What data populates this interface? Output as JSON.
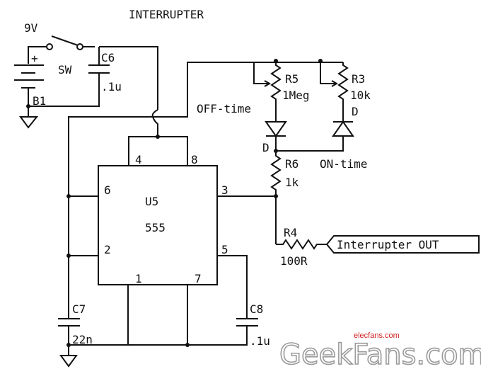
{
  "title": "INTERRUPTER",
  "battery": {
    "voltage": "9V",
    "ref": "B1",
    "plus": "+"
  },
  "switch": {
    "ref": "SW"
  },
  "components": {
    "C6": {
      "ref": "C6",
      "value": ".1u"
    },
    "C7": {
      "ref": "C7",
      "value": "22n"
    },
    "C8": {
      "ref": "C8",
      "value": ".1u"
    },
    "R3": {
      "ref": "R3",
      "value": "10k"
    },
    "R4": {
      "ref": "R4",
      "value": "100R"
    },
    "R5": {
      "ref": "R5",
      "value": "1Meg"
    },
    "R6": {
      "ref": "R6",
      "value": "1k"
    },
    "D_left": {
      "ref": "D"
    },
    "D_right": {
      "ref": "D"
    }
  },
  "chip": {
    "ref": "U5",
    "part": "555",
    "pins": {
      "p1": "1",
      "p2": "2",
      "p3": "3",
      "p4": "4",
      "p5": "5",
      "p6": "6",
      "p7": "7",
      "p8": "8"
    }
  },
  "annotations": {
    "off_time": "OFF-time",
    "on_time": "ON-time"
  },
  "output_port": "Interrupter OUT",
  "watermark": {
    "main": "GeekFans.com",
    "small": "elecfans.com"
  }
}
